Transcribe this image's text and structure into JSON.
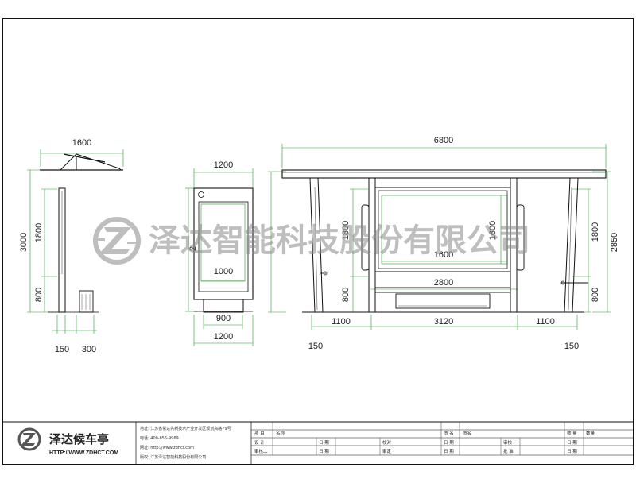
{
  "watermark": {
    "text": "泽达智能科技股份有限公司"
  },
  "side_view": {
    "top_width": "1600",
    "total_height": "3000",
    "upper_height": "1800",
    "lower_height": "800",
    "post_width": "150",
    "bin_width": "300"
  },
  "panel_view": {
    "top_width": "1200",
    "side_height": "2",
    "inner_width": "1000",
    "base_width": "900",
    "bottom_width": "1200"
  },
  "front_view": {
    "total_width": "6800",
    "left_upper": "1800",
    "left_lower": "800",
    "center_height": "1600",
    "center_width": "1600",
    "bench_width": "2800",
    "seg_left": "1100",
    "seg_center": "3120",
    "seg_right": "1100",
    "right_upper": "1800",
    "right_lower": "800",
    "right_total": "2850",
    "post_left": "150",
    "post_right": "150"
  },
  "title_block": {
    "brand_name": "泽达候车亭",
    "brand_url": "HTTP://WWW.ZDHCT.COM",
    "info": [
      "地址: 江苏省常达先新技术产业开发区规划高路79号",
      "电话: 400-855-9969",
      "网址: http://www.zdhct.com",
      "版权: 江苏泽达智能科技股份有限公司"
    ],
    "row1": {
      "project_label": "项 目",
      "project_value": "名称",
      "drawing_label": "图 名",
      "drawing_value": "图名",
      "number_label": "数 量",
      "number_value": "数量"
    },
    "row2": {
      "design": "设 计",
      "date1": "日 期",
      "check": "校对",
      "date2": "日 期",
      "review1": "审核一",
      "date3": "日 期"
    },
    "row3": {
      "review2": "审核二",
      "date1": "日 期",
      "approve": "审定",
      "date2": "日 期",
      "approve2": "批 准",
      "date3": "日 期"
    }
  }
}
